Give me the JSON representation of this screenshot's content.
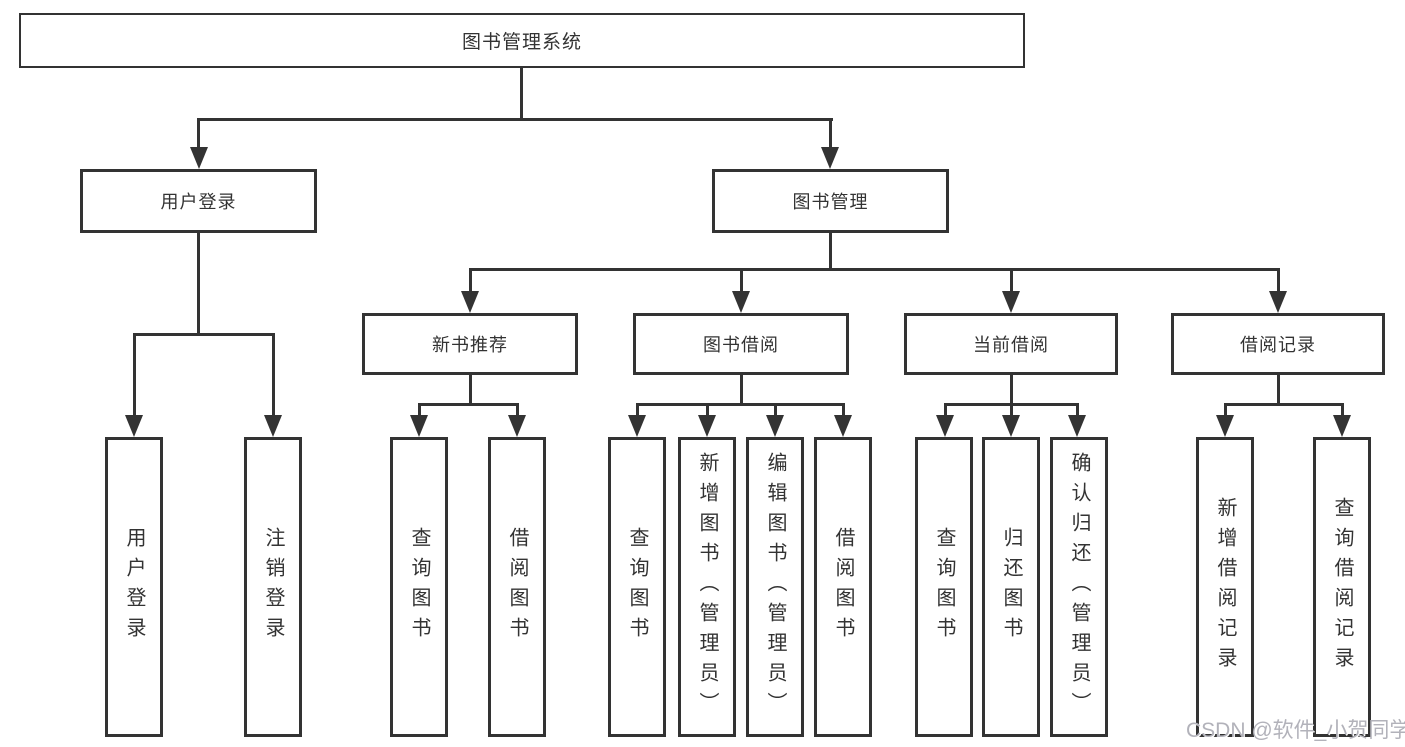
{
  "tree": {
    "root": {
      "label": "图书管理系统",
      "children": [
        {
          "label": "用户登录",
          "children": [
            {
              "label": "用户登录"
            },
            {
              "label": "注销登录"
            }
          ]
        },
        {
          "label": "图书管理",
          "children": [
            {
              "label": "新书推荐",
              "children": [
                {
                  "label": "查询图书"
                },
                {
                  "label": "借阅图书"
                }
              ]
            },
            {
              "label": "图书借阅",
              "children": [
                {
                  "label": "查询图书"
                },
                {
                  "label": "新增图书（管理员）"
                },
                {
                  "label": "编辑图书（管理员）"
                },
                {
                  "label": "借阅图书"
                }
              ]
            },
            {
              "label": "当前借阅",
              "children": [
                {
                  "label": "查询图书"
                },
                {
                  "label": "归还图书"
                },
                {
                  "label": "确认归还（管理员）"
                }
              ]
            },
            {
              "label": "借阅记录",
              "children": [
                {
                  "label": "新增借阅记录"
                },
                {
                  "label": "查询借阅记录"
                }
              ]
            }
          ]
        }
      ]
    }
  },
  "watermark": {
    "text": "CSDN @软件_小贺同学"
  },
  "colors": {
    "line": "#333333",
    "text": "#333333",
    "background": "#ffffff",
    "watermark": "#b2b2ba"
  }
}
